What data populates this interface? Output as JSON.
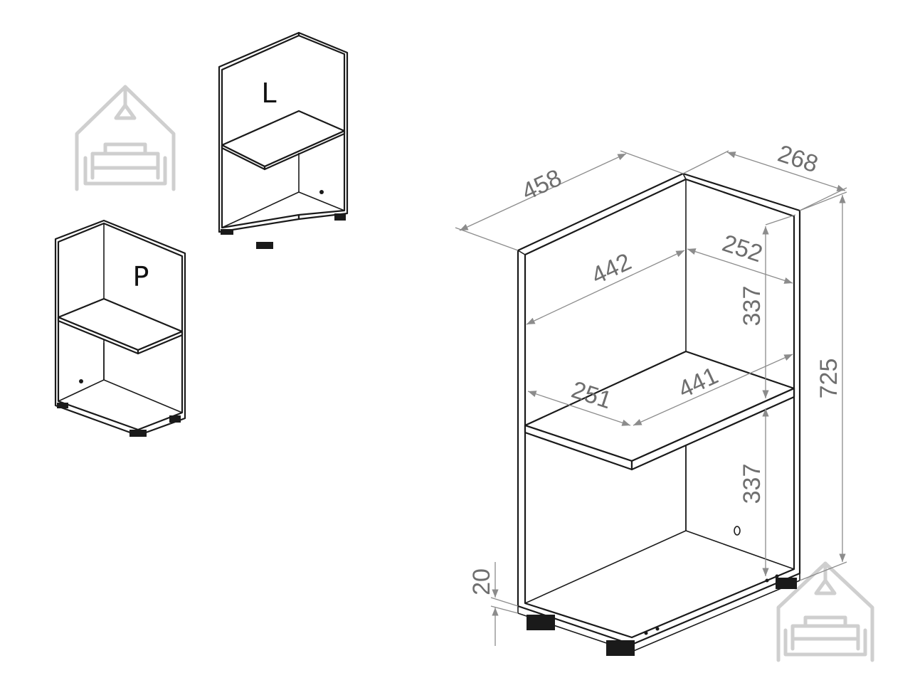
{
  "variants": {
    "left_label": "L",
    "right_label": "P"
  },
  "dimensions": {
    "outer_width": "458",
    "outer_depth": "268",
    "inner_width": "442",
    "inner_depth": "252",
    "upper_height": "337",
    "shelf_width": "441",
    "shelf_depth": "251",
    "lower_height": "337",
    "total_height": "725",
    "plinth_height": "20"
  },
  "colors": {
    "line": "#1a1a1a",
    "dimension": "#8c8c8c",
    "logo": "#cfcfcf"
  },
  "icons": [
    "house-sofa-logo-icon"
  ]
}
